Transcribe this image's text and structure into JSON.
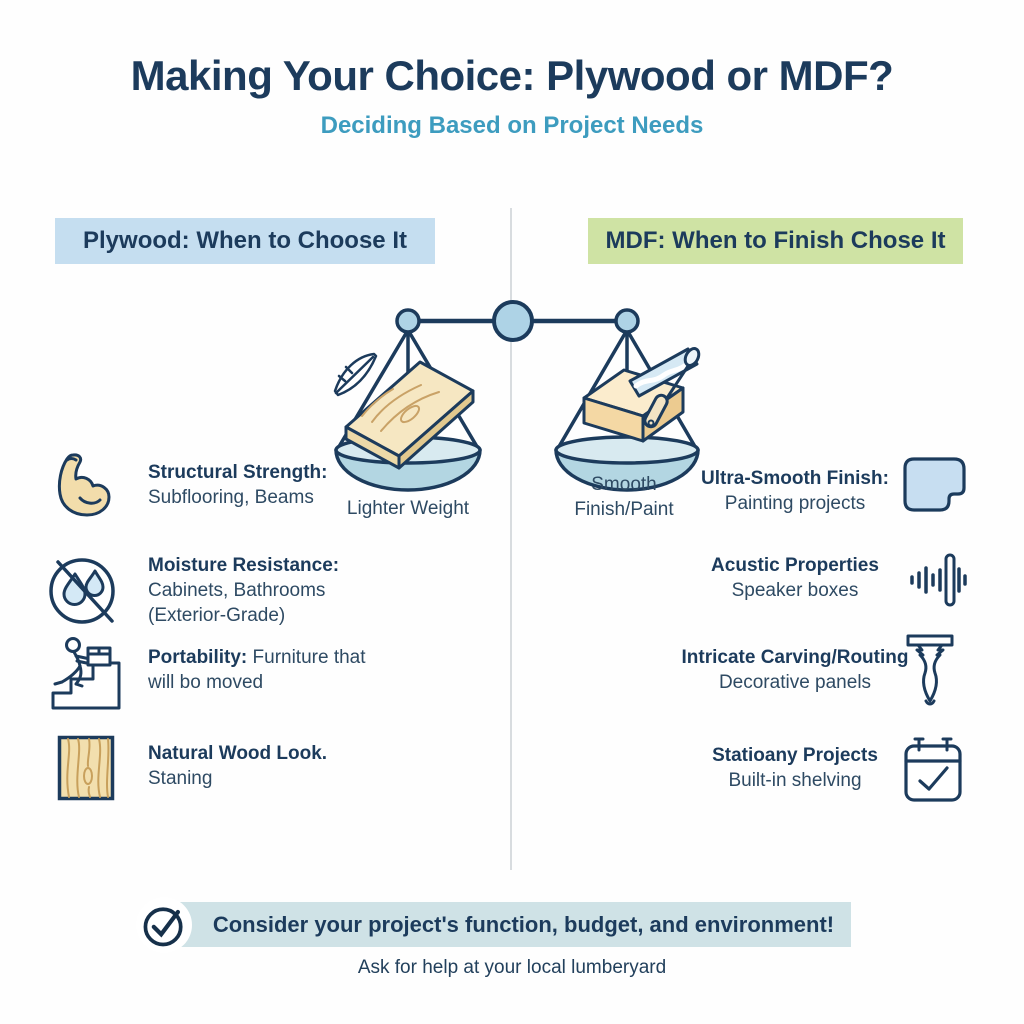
{
  "title": "Making Your Choice: Plywood or MDF?",
  "subtitle": "Deciding Based on Project Needs",
  "colors": {
    "navy": "#1c3b5c",
    "subtitle_blue": "#3d9cbf",
    "plywood_header_bg": "#c5def0",
    "mdf_header_bg": "#cfe3a4",
    "banner_bg": "#cfe2e6",
    "divider": "#d8dcdf",
    "pan_fill": "#b3d6e2",
    "wood_tan": "#f5e6c0"
  },
  "plywood": {
    "header": "Plywood: When to Choose It",
    "scale_label": "Lighter Weight",
    "items": [
      {
        "icon": "bicep-icon",
        "bold": "Structural Strength:",
        "text": "Subflooring, Beams"
      },
      {
        "icon": "no-moisture-icon",
        "bold": "Moisture Resistance:",
        "text": "Cabinets, Bathrooms (Exterior-Grade)"
      },
      {
        "icon": "stairs-mover-icon",
        "bold": "Portability:",
        "text": "Furniture that will bo moved"
      },
      {
        "icon": "wood-grain-icon",
        "bold": "Natural Wood Look.",
        "text": "Staning"
      }
    ]
  },
  "mdf": {
    "header": "MDF: When to Finish Chose It",
    "scale_label": "Smooth Finish/Paint",
    "items": [
      {
        "icon": "smooth-panel-icon",
        "bold": "Ultra-Smooth Finish:",
        "text": "Painting projects"
      },
      {
        "icon": "sound-wave-icon",
        "bold": "Acustic Properties",
        "text": "Speaker boxes"
      },
      {
        "icon": "carved-leg-icon",
        "bold": "Intricate Carving/Routing",
        "text": "Decorative panels"
      },
      {
        "icon": "calendar-check-icon",
        "bold": "Statioany Projects",
        "text": "Built-in shelving"
      }
    ]
  },
  "scale": {
    "left_pan": "plywood board with feather (lighter weight)",
    "right_pan": "mdf block with paint roller (smooth finish)"
  },
  "icons": {
    "bicep-icon": "flexed arm / strength",
    "no-moisture-icon": "water drops crossed out",
    "stairs-mover-icon": "person carrying box up stairs",
    "wood-grain-icon": "wood grain swatch",
    "smooth-panel-icon": "smooth rounded panel",
    "sound-wave-icon": "audio waveform",
    "carved-leg-icon": "carved furniture leg",
    "calendar-check-icon": "calendar with checkmark",
    "check-circle-icon": "checkmark in circle",
    "feather-icon": "feather",
    "balance-scale-icon": "balance scale"
  },
  "footer": {
    "banner": "Consider your project's function, budget, and environment!",
    "note": "Ask for help at your local lumberyard"
  }
}
